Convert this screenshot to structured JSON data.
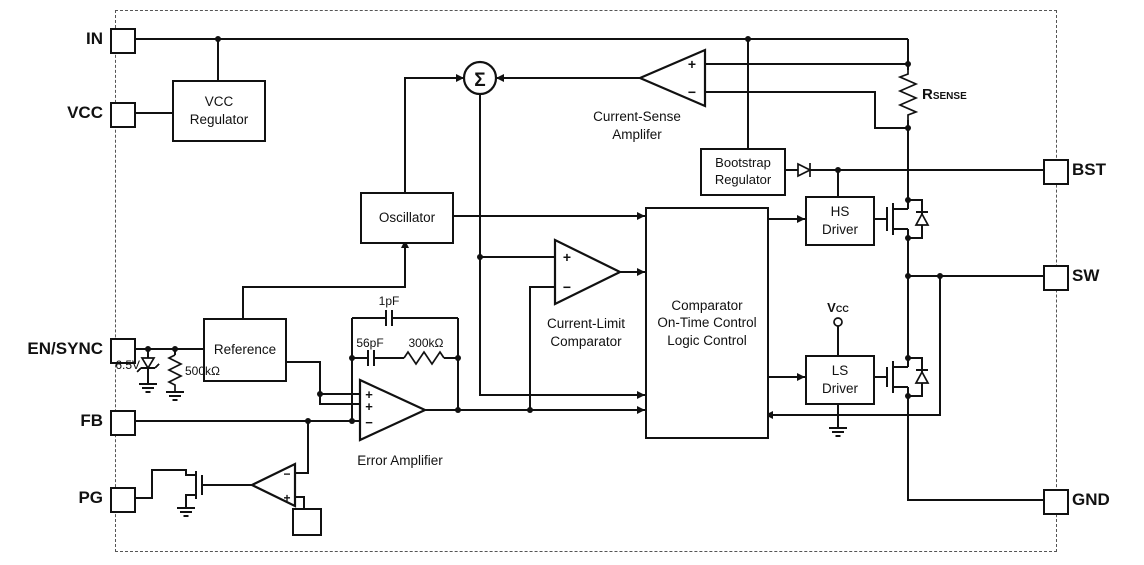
{
  "pins": {
    "in": "IN",
    "vcc": "VCC",
    "en_sync": "EN/SYNC",
    "fb": "FB",
    "pg": "PG",
    "bst": "BST",
    "sw": "SW",
    "gnd": "GND"
  },
  "blocks": {
    "vcc_regulator": "VCC\nRegulator",
    "oscillator": "Oscillator",
    "reference": "Reference",
    "bootstrap_regulator": "Bootstrap\nRegulator",
    "hs_driver": "HS\nDriver",
    "ls_driver": "LS\nDriver",
    "control_logic": "Comparator\nOn-Time Control\nLogic Control"
  },
  "amplifiers": {
    "current_sense": "Current-Sense\nAmplifer",
    "current_limit": "Current-Limit\nComparator",
    "error": "Error Amplifier"
  },
  "components": {
    "rsense_base": "R",
    "rsense_sub": "SENSE",
    "vcc_node_base": "V",
    "vcc_node_sub": "CC",
    "zener_voltage": "6.5V",
    "pulldown_resistor": "500kΩ",
    "comp_cap1": "1pF",
    "comp_cap2": "56pF",
    "comp_resistor": "300kΩ"
  },
  "symbols": {
    "sigma": "Σ",
    "plus": "+",
    "minus": "−"
  }
}
